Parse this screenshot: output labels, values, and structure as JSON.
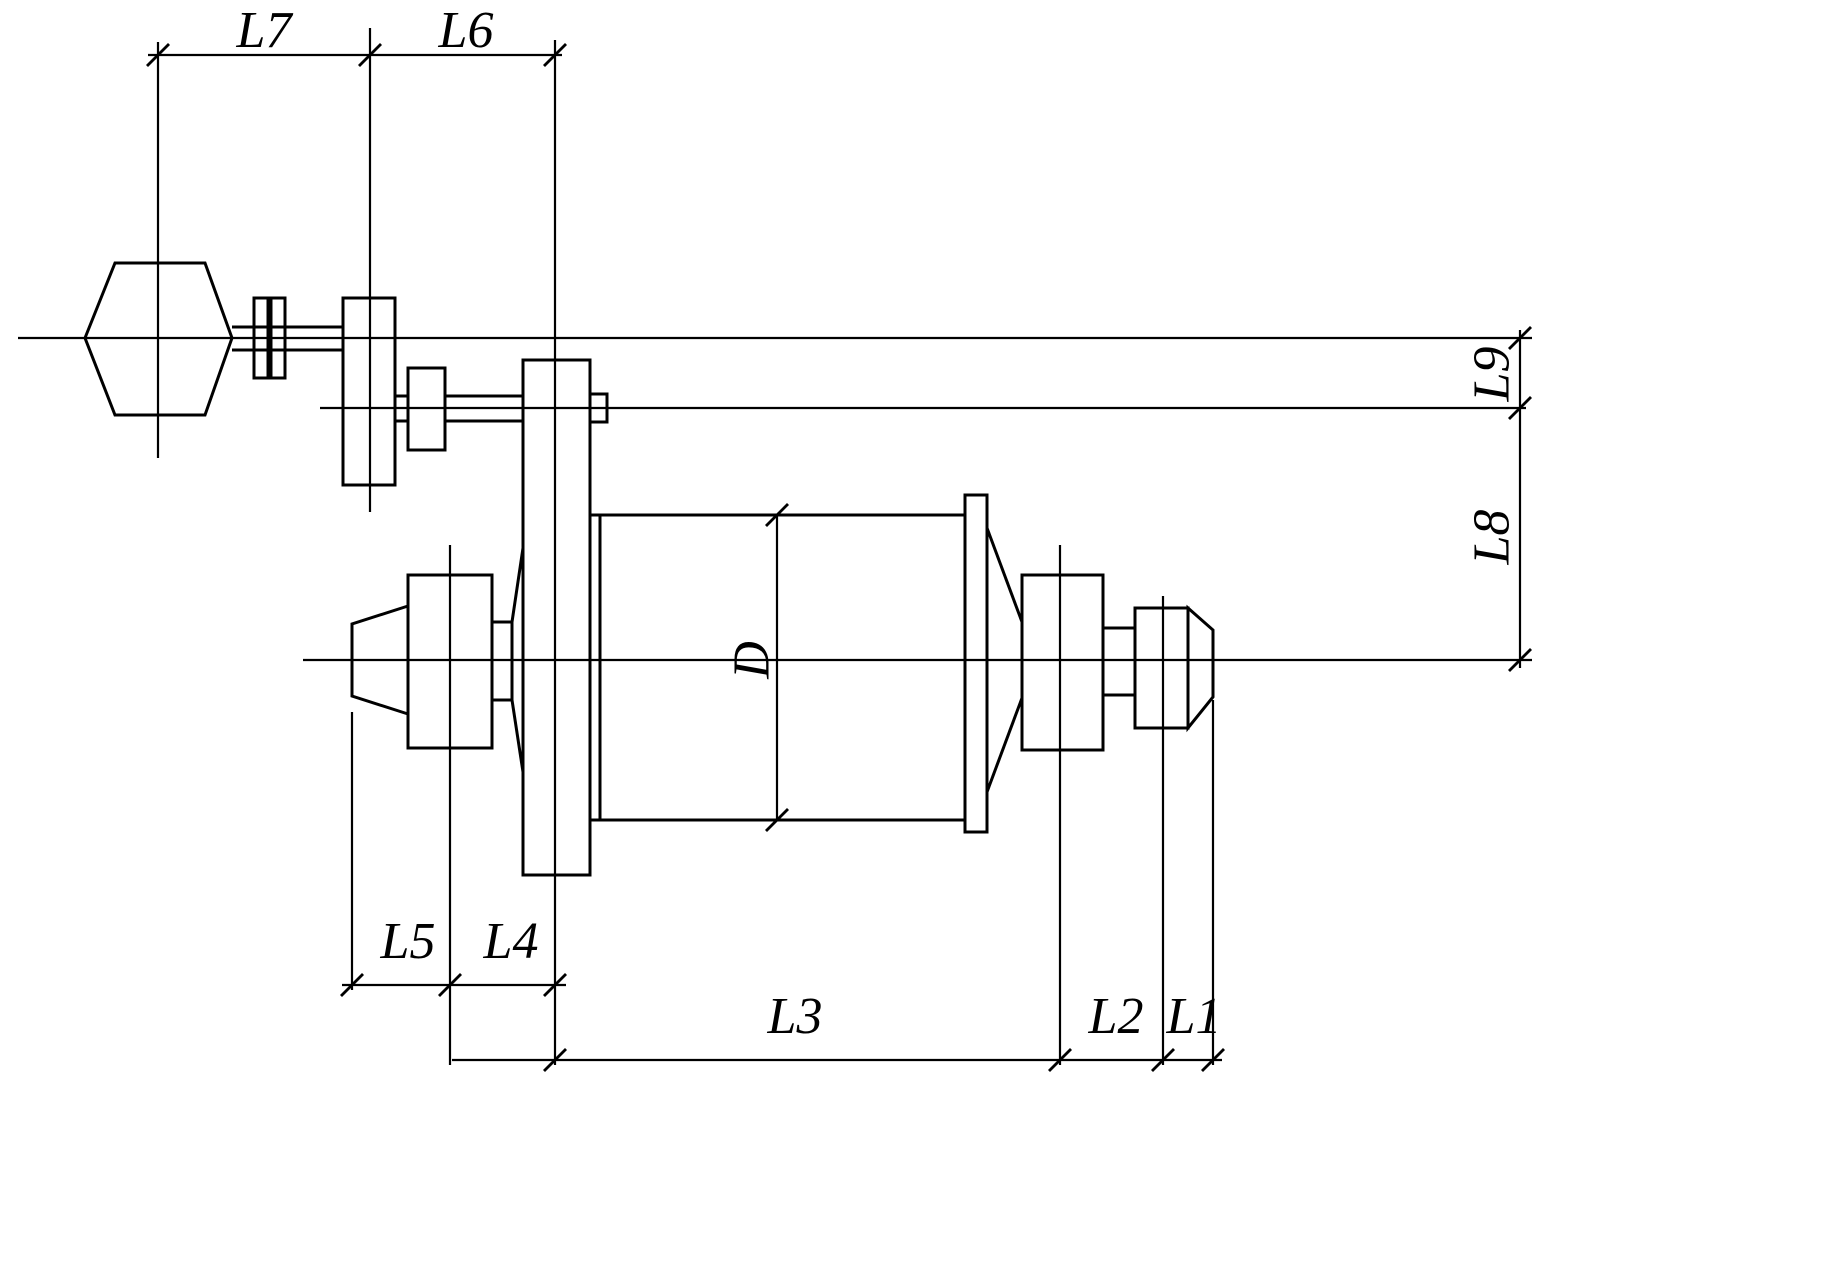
{
  "labels": {
    "l1": "L1",
    "l2": "L2",
    "l3": "L3",
    "l4": "L4",
    "l5": "L5",
    "l6": "L6",
    "l7": "L7",
    "l8": "L8",
    "l9": "L9",
    "d": "D"
  },
  "colors": {
    "line": "#000000",
    "background": "#ffffff"
  }
}
